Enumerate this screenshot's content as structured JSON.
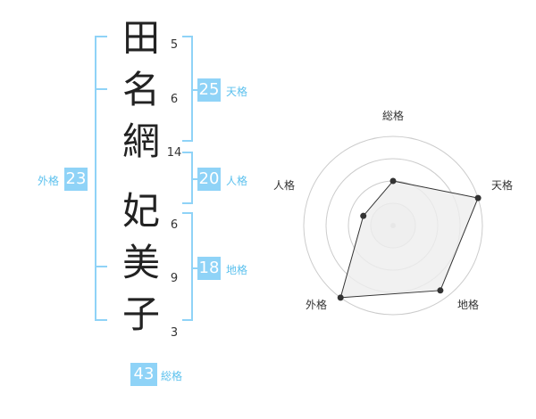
{
  "name": {
    "chars": [
      "田",
      "名",
      "網",
      "妃",
      "美",
      "子"
    ],
    "strokes": [
      "5",
      "6",
      "14",
      "6",
      "9",
      "3"
    ]
  },
  "kakusu": {
    "tenkaku": {
      "value": "25",
      "label": "天格"
    },
    "jinkaku": {
      "value": "20",
      "label": "人格"
    },
    "chikaku": {
      "value": "18",
      "label": "地格"
    },
    "gaikaku": {
      "value": "23",
      "label": "外格"
    },
    "soukaku": {
      "value": "43",
      "label": "総格"
    }
  },
  "chart_data": {
    "type": "radar",
    "axes": [
      "総格",
      "天格",
      "地格",
      "外格",
      "人格"
    ],
    "values": [
      0.5,
      1.0,
      0.9,
      1.0,
      0.35
    ],
    "rings": 4,
    "fill": "#eeeeee",
    "line_color": "#333333"
  },
  "colors": {
    "accent": "#8fd3f7",
    "label": "#5cc1ee"
  }
}
